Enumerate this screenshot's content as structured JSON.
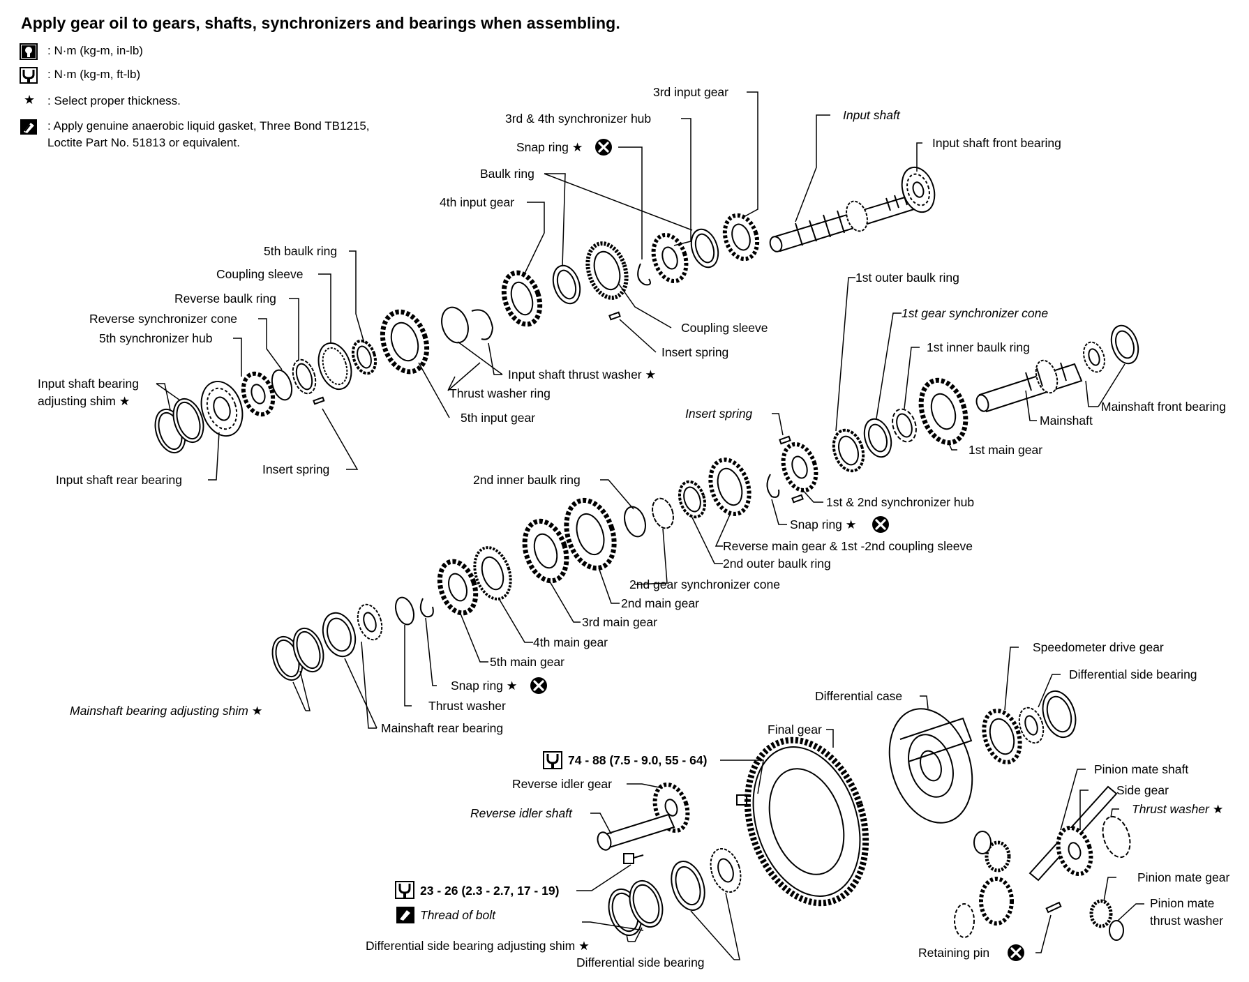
{
  "title": "Apply gear oil to gears, shafts, synchronizers and bearings when assembling.",
  "legend": {
    "torque_inlb": ": N·m (kg-m, in-lb)",
    "torque_ftlb": ": N·m (kg-m, ft-lb)",
    "select_thickness": ": Select proper thickness.",
    "gasket_line1": ": Apply genuine anaerobic liquid gasket, Three Bond TB1215,",
    "gasket_line2": "Loctite  Part No. 51813 or equivalent."
  },
  "labels": {
    "third_input_gear": "3rd input gear",
    "input_shaft": "Input shaft",
    "syncro_hub_34": "3rd & 4th synchronizer hub",
    "snap_ring_upper": "Snap ring ★",
    "input_shaft_front_bearing": "Input shaft front bearing",
    "baulk_ring": "Baulk ring",
    "fourth_input_gear": "4th input gear",
    "fifth_baulk_ring": "5th baulk ring",
    "coupling_sleeve_left": "Coupling sleeve",
    "reverse_baulk_ring": "Reverse baulk ring",
    "reverse_synchronizer_cone": "Reverse synchronizer cone",
    "fifth_synchronizer_hub": "5th synchronizer hub",
    "input_shaft_bearing_shim_1": "Input shaft bearing",
    "input_shaft_bearing_shim_2": "adjusting shim ★",
    "coupling_sleeve_right": "Coupling sleeve",
    "insert_spring_upper": "Insert spring",
    "input_shaft_thrust_washer": "Input shaft thrust washer ★",
    "thrust_washer_ring": "Thrust washer ring",
    "fifth_input_gear": "5th input gear",
    "insert_spring_lower_left": "Insert spring",
    "input_shaft_rear_bearing": "Input shaft rear bearing",
    "first_outer_baulk_ring": "1st outer baulk ring",
    "first_gear_synchronizer_cone": "1st gear synchronizer cone",
    "first_inner_baulk_ring": "1st inner baulk ring",
    "mainshaft_front_bearing": "Mainshaft front bearing",
    "mainshaft": "Mainshaft",
    "first_main_gear": "1st main gear",
    "insert_spring_mid": "Insert spring",
    "syncro_hub_12": "1st & 2nd synchronizer hub",
    "snap_ring_mid": "Snap ring ★",
    "second_inner_baulk_ring": "2nd inner baulk ring",
    "reverse_main_gear": "Reverse main gear & 1st -2nd  coupling sleeve",
    "second_outer_baulk_ring": "2nd outer baulk ring",
    "second_gear_synchronizer_cone": "2nd gear synchronizer cone",
    "second_main_gear": "2nd main gear",
    "third_main_gear": "3rd main gear",
    "fourth_main_gear": "4th main gear",
    "fifth_main_gear": "5th main gear",
    "snap_ring_lower": "Snap ring ★",
    "thrust_washer_lower": "Thrust washer",
    "mainshaft_bearing_shim": "Mainshaft bearing adjusting shim ★",
    "mainshaft_rear_bearing": "Mainshaft rear bearing",
    "speedometer_drive_gear": "Speedometer drive gear",
    "differential_side_bearing_upper": "Differential side bearing",
    "differential_case": "Differential case",
    "final_gear": "Final gear",
    "torque_final_gear": "74 - 88 (7.5 - 9.0, 55 - 64)",
    "reverse_idler_gear": "Reverse idler gear",
    "reverse_idler_shaft": "Reverse idler shaft",
    "torque_idler_bolt": "23 - 26 (2.3 - 2.7, 17 - 19)",
    "thread_of_bolt": "Thread of bolt",
    "diff_side_bearing_shim": "Differential side bearing adjusting shim ★",
    "differential_side_bearing_lower": "Differential side bearing",
    "pinion_mate_shaft": "Pinion mate shaft",
    "side_gear": "Side gear",
    "thrust_washer_diff": "Thrust washer ★",
    "pinion_mate_gear": "Pinion mate gear",
    "pinion_mate_thrust_washer_1": "Pinion mate",
    "pinion_mate_thrust_washer_2": "thrust washer",
    "retaining_pin": "Retaining pin"
  },
  "icons": {
    "torque_inlb": "torque-wrench-inlb-icon",
    "torque_ftlb": "torque-wrench-ftlb-icon",
    "select_thickness": "star-icon",
    "gasket": "liquid-gasket-icon",
    "do_not_reuse": "circled-x-icon"
  },
  "colors": {
    "ink": "#000000",
    "paper": "#ffffff"
  }
}
